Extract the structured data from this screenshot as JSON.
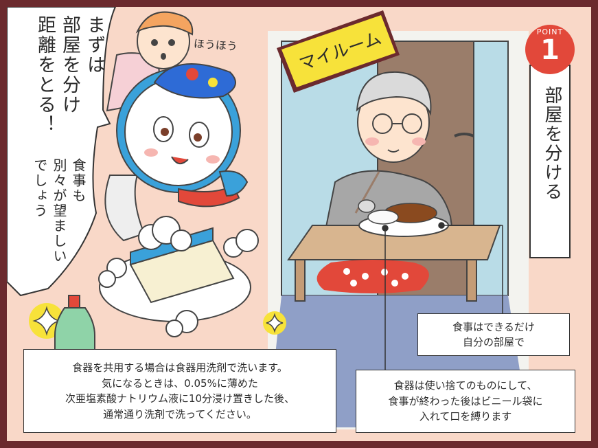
{
  "point": {
    "label": "POINT",
    "number": "1",
    "title": "部屋を分ける"
  },
  "sign": {
    "text": "マイルーム"
  },
  "speech": {
    "main_col1": "まずは",
    "main_col2": "部屋を分け",
    "main_col3": "距離をとる！",
    "sub_col1": "食事も",
    "sub_col2": "別々が望ましい",
    "sub_col3": "でしょう"
  },
  "sfx": {
    "text": "ほうほう"
  },
  "callouts": {
    "room": "食事はできるだけ\n自分の部屋で",
    "dishes": "食器は使い捨てのものにして、\n食事が終わった後はビニール袋に\n入れて口を縛ります",
    "detergent": "食器を共用する場合は食器用洗剤で洗います。\n気になるときは、0.05%に薄めた\n次亜塩素酸ナトリウム液に10分浸け置きした後、\n通常通り洗剤で洗ってください。"
  },
  "colors": {
    "frame": "#6b2a2e",
    "background": "#f9d8c8",
    "accent_red": "#e2483a",
    "sign_yellow": "#f7e23a",
    "door_brown": "#9a7d6a",
    "room_blue": "#b9dce7"
  }
}
